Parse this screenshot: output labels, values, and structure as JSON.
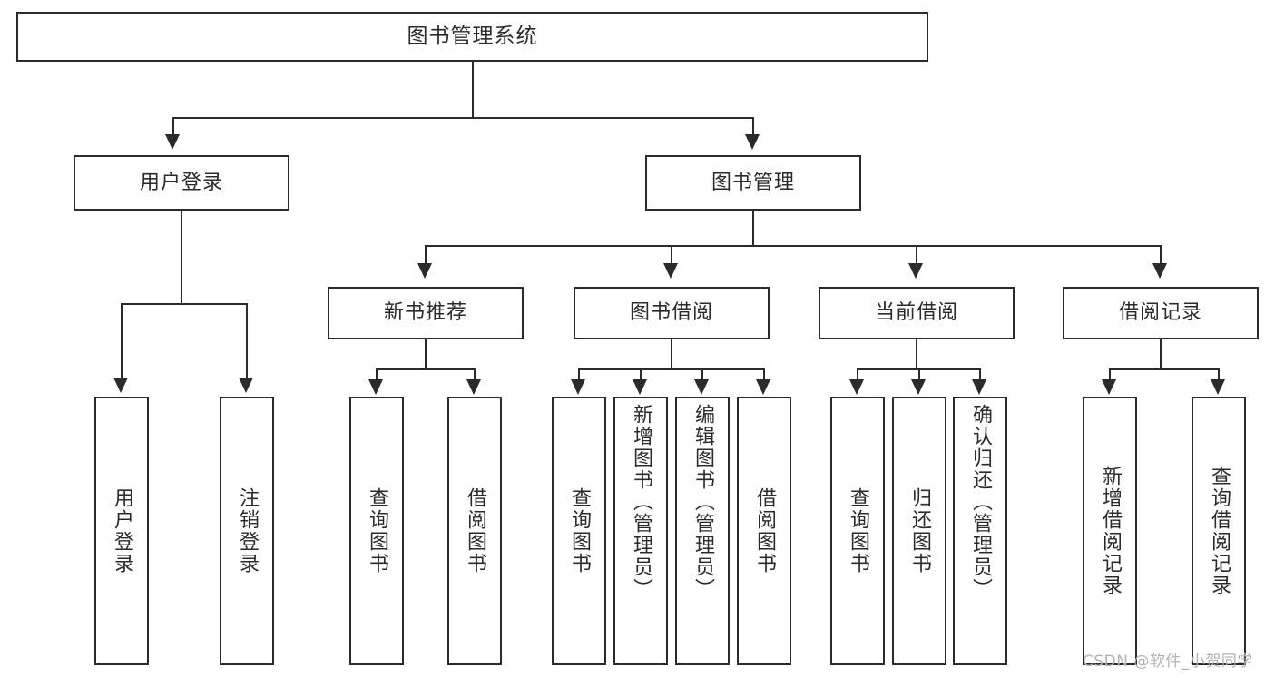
{
  "diagram": {
    "title": "图书管理系统",
    "root": {
      "label": "图书管理系统"
    },
    "level2": [
      {
        "label": "用户登录"
      },
      {
        "label": "图书管理"
      }
    ],
    "level3": [
      {
        "label": "新书推荐"
      },
      {
        "label": "图书借阅"
      },
      {
        "label": "当前借阅"
      },
      {
        "label": "借阅记录"
      }
    ],
    "leaves": {
      "user_login": [
        {
          "label": "用户登录"
        },
        {
          "label": "注销登录"
        }
      ],
      "new_book_recommend": [
        {
          "label": "查询图书"
        },
        {
          "label": "借阅图书"
        }
      ],
      "book_borrow": [
        {
          "label": "查询图书"
        },
        {
          "label": "新增图书（管理员）"
        },
        {
          "label": "编辑图书（管理员）"
        },
        {
          "label": "借阅图书"
        }
      ],
      "current_borrow": [
        {
          "label": "查询图书"
        },
        {
          "label": "归还图书"
        },
        {
          "label": "确认归还（管理员）"
        }
      ],
      "borrow_record": [
        {
          "label": "新增借阅记录"
        },
        {
          "label": "查询借阅记录"
        }
      ]
    }
  },
  "watermark": {
    "text": "CSDN @软件_小贺同学"
  },
  "colors": {
    "stroke": "#2b2b2b",
    "background": "#ffffff",
    "watermark": "#b4b4b4"
  }
}
